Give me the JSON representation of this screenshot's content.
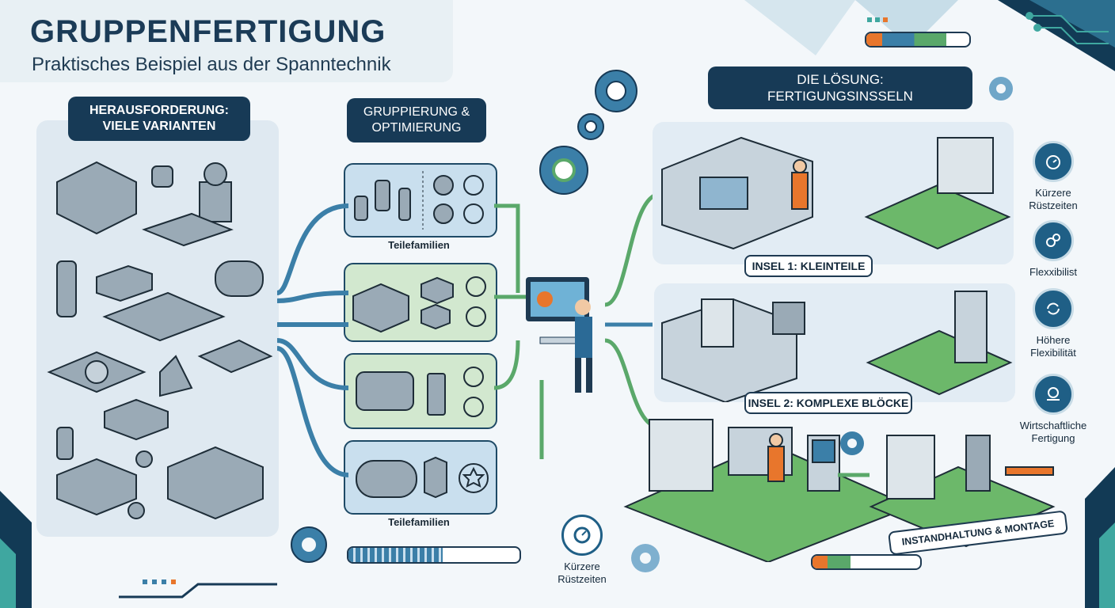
{
  "header": {
    "title": "GRUPPENFERTIGUNG",
    "subtitle": "Praktisches Beispiel aus der Spanntechnik"
  },
  "sections": {
    "challenge": "HERAUSFORDERUNG:\nVIELE VARIANTEN",
    "grouping": "GRUPPIERUNG &\nOPTIMIERUNG",
    "solution": "DIE LÖSUNG:\nFERTIGUNGSINSSELN"
  },
  "families": {
    "label_top": "Teilefamilien",
    "label_bottom": "Teilefamilien"
  },
  "islands": {
    "island1": "INSEL 1: KLEINTEILE",
    "island2": "INSEL 2: KOMPLEXE BLÖCKE",
    "island3": "INSTANDHALTUNG & MONTAGE"
  },
  "benefits": [
    {
      "label": "Kürzere\nRüstzeiten",
      "icon": "stopwatch-icon"
    },
    {
      "label": "Flexxibilist",
      "icon": "gears-icon"
    },
    {
      "label": "Höhere\nFlexibilität",
      "icon": "cycle-arrows-icon"
    },
    {
      "label": "Wirtschaftliche\nFertigung",
      "icon": "money-hand-icon"
    }
  ],
  "bottom_badge": {
    "label": "Kürzere\nRüstzeiten",
    "icon": "gauge-icon"
  },
  "indicators": {
    "top_right_progress": 0.78,
    "bottom_center_progress": 0.55,
    "bottom_right_progress": 0.35
  },
  "colors": {
    "navy": "#173a56",
    "blue_arrow": "#3b7fa8",
    "green_arrow": "#5aa86a",
    "family_blue": "#c9dfee",
    "family_green": "#d2e8cf",
    "orange": "#e8762c"
  }
}
